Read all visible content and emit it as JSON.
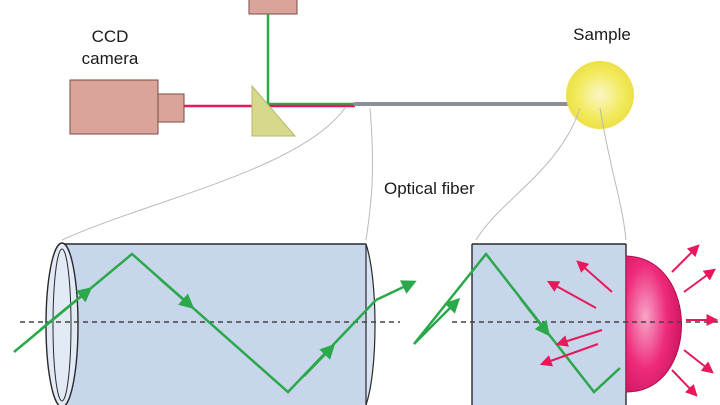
{
  "labels": {
    "camera_line1": "CCD",
    "camera_line2": "camera",
    "sample": "Sample",
    "fiber": "Optical fiber"
  },
  "colors": {
    "background": "#ffffff",
    "camera_body": "#d9a59a",
    "camera_edge": "#7a4a42",
    "laser_green": "#2aa84a",
    "signal_red": "#e8195a",
    "prism": "#d6d98a",
    "fiber_gray": "#8a8f9a",
    "sample_yellow": "#f2ea5a",
    "sample_glow": "#fbf6c8",
    "cylinder_fill": "#c8d6ec",
    "cylinder_edge": "#2a2a2a",
    "lens_pink": "#ee2a7b",
    "guide_gray": "#b9b9b9",
    "axis_dash": "#444444"
  },
  "icons": [
    "ccd-camera-icon",
    "prism-icon",
    "sample-sphere-icon",
    "emission-lens-icon"
  ]
}
